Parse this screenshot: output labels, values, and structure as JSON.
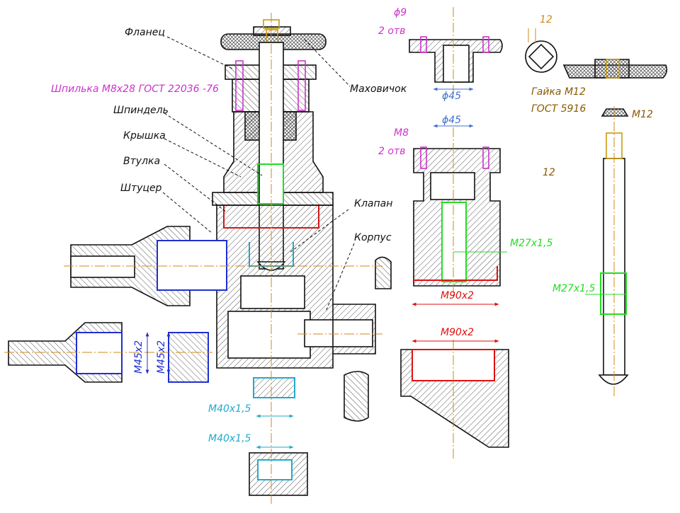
{
  "colors": {
    "line": "#111111",
    "hatch": "#444444",
    "axis": "#d08a1a",
    "pink": "#cc33cc",
    "blue": "#3f6fd0",
    "navy": "#1f2fd0",
    "green": "#22dd22",
    "red": "#e01010",
    "cyan": "#22aacc",
    "dark_green": "#167a16",
    "brown": "#8a5a00"
  },
  "labels": {
    "flange": "Фланец",
    "stud": "Шпилька М8х28 ГОСТ 22036 -76",
    "spindle": "Шпиндель",
    "cover": "Крышка",
    "sleeve": "Втулка",
    "fitting": "Штуцер",
    "handwheel": "Маховичок",
    "valve": "Клапан",
    "body": "Корпус"
  },
  "dimensions": {
    "phi9": "ϕ9",
    "two_holes_a": "2 отв",
    "phi45_a": "ϕ45",
    "phi45_b": "ϕ45",
    "m8": "М8",
    "two_holes_b": "2 отв",
    "square_12_a": "12",
    "nut": "Гайка М12",
    "gost": "ГОСТ 5916",
    "m12": "М12",
    "square_12_b": "12",
    "m27_a": "М27х1,5",
    "m27_b": "М27х1,5",
    "m90_a": "М90х2",
    "m90_b": "М90х2",
    "m45_a": "М45х2",
    "m45_b": "М45х2",
    "m40_a": "М40х1,5",
    "m40_b": "М40х1,5"
  }
}
